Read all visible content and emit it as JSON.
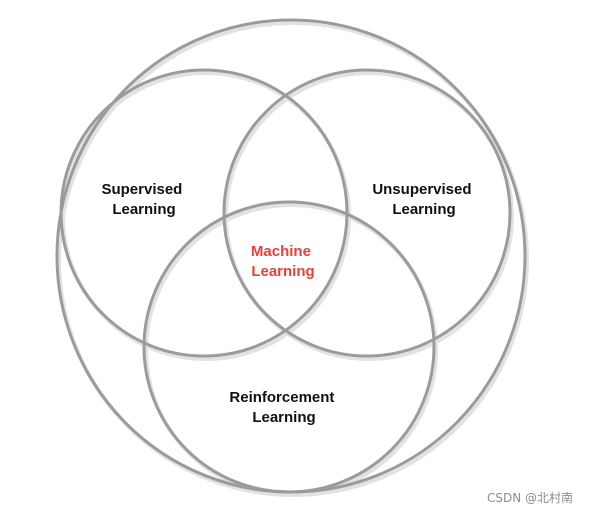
{
  "diagram": {
    "supervised": {
      "line1": "Supervised",
      "line2": "Learning"
    },
    "unsupervised": {
      "line1": "Unsupervised",
      "line2": "Learning"
    },
    "reinforcement": {
      "line1": "Reinforcement",
      "line2": "Learning"
    },
    "center": {
      "line1": "Machine",
      "line2": "Learning"
    }
  },
  "watermark": "CSDN @北村南",
  "colors": {
    "ring": "#9b9b9b",
    "text": "#111111",
    "center_text": "#e2433a",
    "watermark": "#8c8c8c"
  }
}
